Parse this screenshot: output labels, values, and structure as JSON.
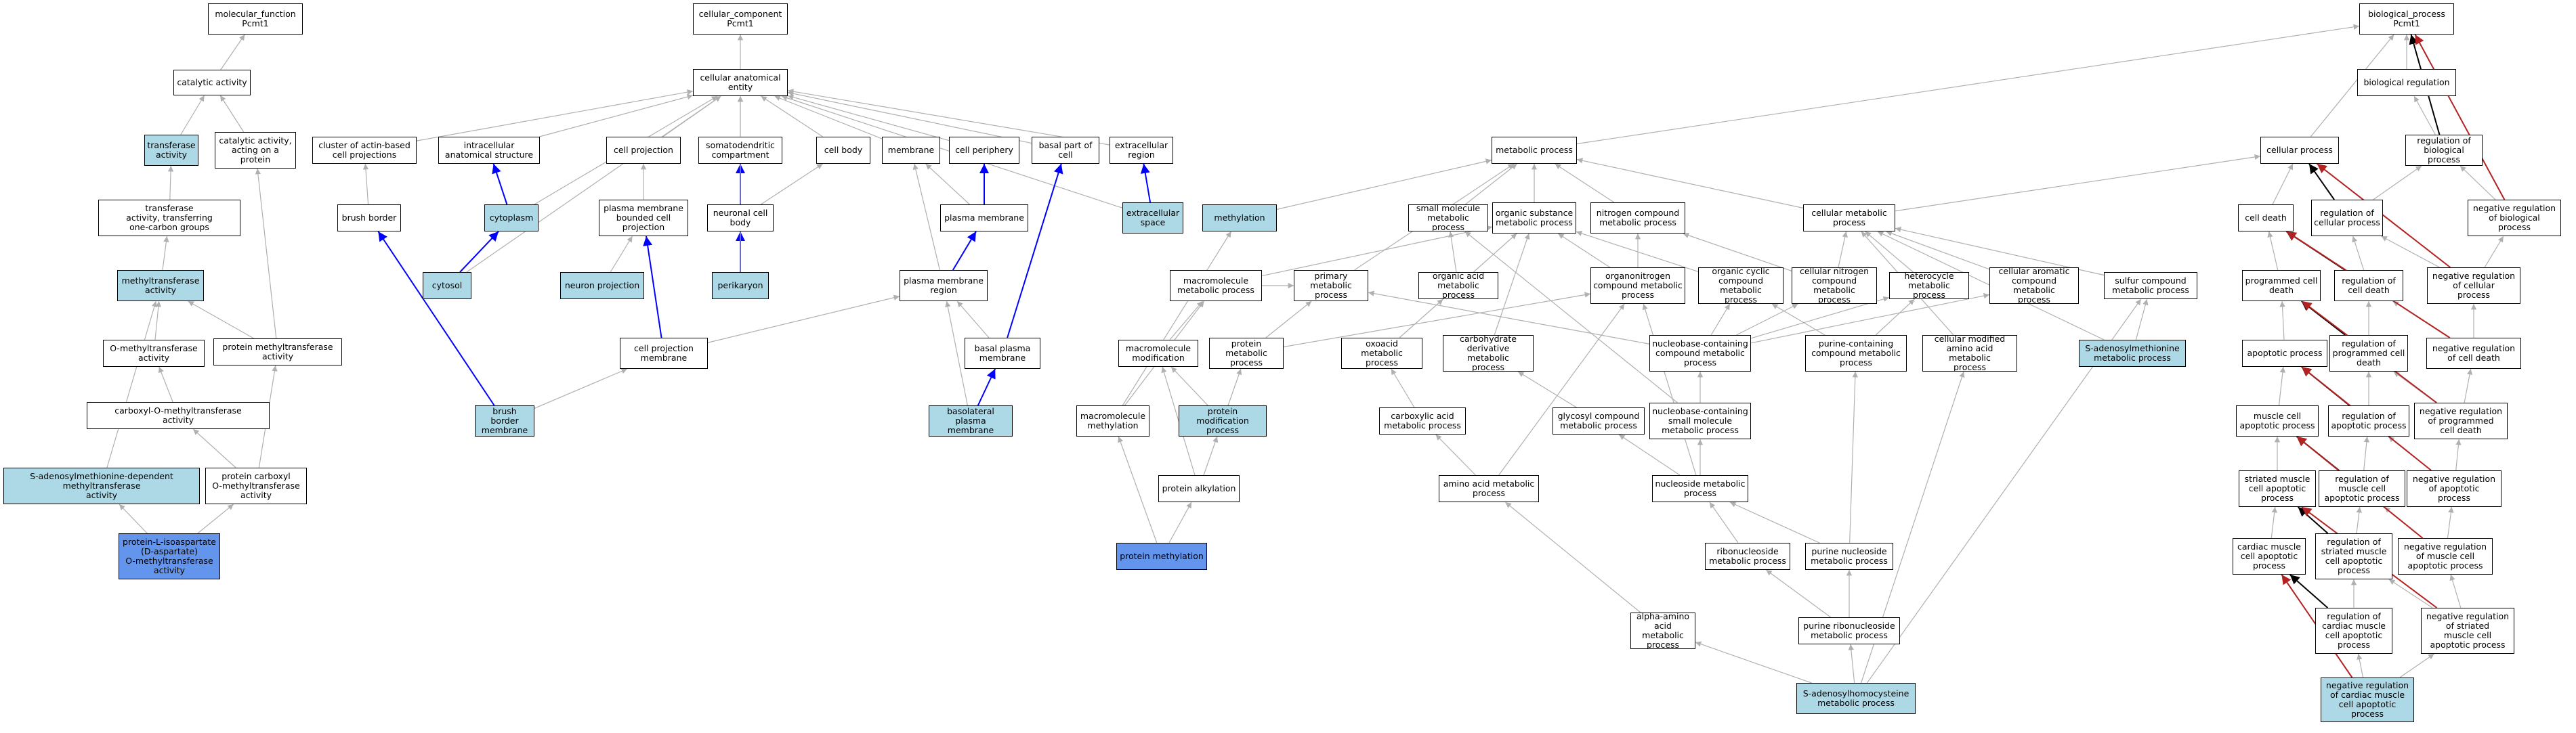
{
  "diagram": {
    "nodes": {
      "mf": "molecular_function\nPcmt1",
      "cc": "cellular_component\nPcmt1",
      "bp": "biological_process\nPcmt1",
      "catalytic": "catalytic activity",
      "transferase": "transferase\nactivity",
      "catalytic_protein": "catalytic activity,\nacting on a\nprotein",
      "one_carbon": "transferase\nactivity, transferring\none-carbon groups",
      "methyltransferase": "methyltransferase\nactivity",
      "o_methyl": "O-methyltransferase\nactivity",
      "protein_methyl": "protein methyltransferase\nactivity",
      "carboxyl_o": "carboxyl-O-methyltransferase\nactivity",
      "sam_dep": "S-adenosylmethionine-dependent\nmethyltransferase\nactivity",
      "protein_carboxyl": "protein carboxyl\nO-methyltransferase\nactivity",
      "pcmt_act": "protein-L-isoaspartate\n(D-aspartate)\nO-methyltransferase\nactivity",
      "cae": "cellular anatomical\nentity",
      "actin": "cluster of actin-based\ncell projections",
      "intracellular": "intracellular\nanatomical structure",
      "cell_projection": "cell projection",
      "somatodendritic": "somatodendritic\ncompartment",
      "cell_body": "cell body",
      "membrane": "membrane",
      "periphery": "cell periphery",
      "basal_part": "basal part of\ncell",
      "extracellular_region": "extracellular\nregion",
      "brush_border": "brush border",
      "cytoplasm": "cytoplasm",
      "pmbcp": "plasma membrane\nbounded cell\nprojection",
      "neuronal_body": "neuronal cell\nbody",
      "plasma_membrane": "plasma membrane",
      "extracellular_space": "extracellular\nspace",
      "cytosol": "cytosol",
      "neuron_projection": "neuron projection",
      "perikaryon": "perikaryon",
      "pm_region": "plasma membrane\nregion",
      "cp_membrane": "cell projection\nmembrane",
      "basal_pm": "basal plasma\nmembrane",
      "bb_membrane": "brush border\nmembrane",
      "basolateral": "basolateral\nplasma membrane",
      "metabolic": "metabolic process",
      "methylation": "methylation",
      "small_molecule": "small molecule\nmetabolic process",
      "organic_substance": "organic substance\nmetabolic process",
      "nitrogen_compound": "nitrogen compound\nmetabolic process",
      "cellular_metabolic": "cellular metabolic\nprocess",
      "primary_metabolic": "primary metabolic\nprocess",
      "macromolecule_metabolic": "macromolecule\nmetabolic process",
      "organic_acid": "organic acid\nmetabolic process",
      "organonitrogen": "organonitrogen\ncompound metabolic\nprocess",
      "organic_cyclic": "organic cyclic\ncompound metabolic\nprocess",
      "cellular_nitrogen": "cellular nitrogen\ncompound metabolic\nprocess",
      "heterocycle": "heterocycle\nmetabolic process",
      "cellular_aromatic": "cellular aromatic\ncompound metabolic\nprocess",
      "sulfur": "sulfur compound\nmetabolic process",
      "macromolecule_mod": "macromolecule\nmodification",
      "protein_metabolic": "protein metabolic\nprocess",
      "oxoacid": "oxoacid metabolic\nprocess",
      "carbohydrate_deriv": "carbohydrate\nderivative metabolic\nprocess",
      "nucleobase_compound": "nucleobase-containing\ncompound metabolic\nprocess",
      "purine_compound": "purine-containing\ncompound metabolic\nprocess",
      "cellular_modified_aa": "cellular modified\namino acid metabolic\nprocess",
      "sam_metabolic": "S-adenosylmethionine\nmetabolic process",
      "macromolecule_methylation": "macromolecule\nmethylation",
      "protein_modification": "protein modification\nprocess",
      "carboxylic": "carboxylic acid\nmetabolic process",
      "glycosyl": "glycosyl compound\nmetabolic process",
      "nucleobase_small": "nucleobase-containing\nsmall molecule\nmetabolic process",
      "protein_alkylation": "protein alkylation",
      "amino_acid": "amino acid metabolic\nprocess",
      "nucleoside": "nucleoside metabolic\nprocess",
      "protein_methylation": "protein methylation",
      "ribonucleoside": "ribonucleoside\nmetabolic process",
      "purine_nucleoside": "purine nucleoside\nmetabolic process",
      "alpha_amino": "alpha-amino\nacid metabolic\nprocess",
      "purine_ribonucleoside": "purine ribonucleoside\nmetabolic process",
      "sah": "S-adenosylhomocysteine\nmetabolic process",
      "bio_reg": "biological regulation",
      "cellular_process": "cellular process",
      "reg_bp": "regulation of\nbiological process",
      "cell_death": "cell death",
      "reg_cellular": "regulation of\ncellular process",
      "neg_reg_bp": "negative regulation\nof biological\nprocess",
      "pcd": "programmed cell\ndeath",
      "reg_cell_death": "regulation of\ncell death",
      "neg_reg_cellular": "negative regulation\nof cellular\nprocess",
      "apoptotic": "apoptotic process",
      "reg_pcd": "regulation of\nprogrammed cell\ndeath",
      "neg_reg_cell_death": "negative regulation\nof cell death",
      "muscle_apoptotic": "muscle cell\napoptotic process",
      "reg_apoptotic": "regulation of\napoptotic process",
      "neg_reg_pcd": "negative regulation\nof programmed\ncell death",
      "striated_apoptotic": "striated muscle\ncell apoptotic\nprocess",
      "reg_muscle_apoptotic": "regulation of\nmuscle cell\napoptotic process",
      "neg_reg_apoptotic": "negative regulation\nof apoptotic\nprocess",
      "cardiac_apoptotic": "cardiac muscle\ncell apoptotic\nprocess",
      "reg_striated_apoptotic": "regulation of\nstriated muscle\ncell apoptotic\nprocess",
      "neg_reg_muscle_apoptotic": "negative regulation\nof muscle cell\napoptotic process",
      "reg_cardiac_apoptotic": "regulation of\ncardiac muscle\ncell apoptotic\nprocess",
      "neg_reg_striated_apoptotic": "negative regulation\nof striated\nmuscle cell\napoptotic process",
      "neg_reg_cardiac_apoptotic": "negative regulation\nof cardiac muscle\ncell apoptotic\nprocess"
    },
    "highlighted": [
      "transferase",
      "methyltransferase",
      "sam_dep",
      "cytoplasm",
      "cytosol",
      "neuron_projection",
      "perikaryon",
      "extracellular_space",
      "bb_membrane",
      "basolateral",
      "methylation",
      "protein_modification",
      "sam_metabolic",
      "sah",
      "neg_reg_cardiac_apoptotic"
    ],
    "strong": [
      "pcmt_act",
      "protein_methylation"
    ],
    "colors": {
      "is_a": "#b0b0b0",
      "part_of": "#0000ff",
      "regulates": "#000000",
      "negatively_regulates": "#b22222",
      "highlight": "#add8e6",
      "strong": "#6495ed"
    },
    "edges": [
      [
        "catalytic",
        "mf",
        "is_a"
      ],
      [
        "transferase",
        "catalytic",
        "is_a"
      ],
      [
        "catalytic_protein",
        "catalytic",
        "is_a"
      ],
      [
        "one_carbon",
        "transferase",
        "is_a"
      ],
      [
        "methyltransferase",
        "one_carbon",
        "is_a"
      ],
      [
        "o_methyl",
        "methyltransferase",
        "is_a"
      ],
      [
        "protein_methyl",
        "methyltransferase",
        "is_a"
      ],
      [
        "protein_methyl",
        "catalytic_protein",
        "is_a"
      ],
      [
        "carboxyl_o",
        "o_methyl",
        "is_a"
      ],
      [
        "sam_dep",
        "methyltransferase",
        "is_a"
      ],
      [
        "protein_carboxyl",
        "carboxyl_o",
        "is_a"
      ],
      [
        "protein_carboxyl",
        "protein_methyl",
        "is_a"
      ],
      [
        "pcmt_act",
        "sam_dep",
        "is_a"
      ],
      [
        "pcmt_act",
        "protein_carboxyl",
        "is_a"
      ],
      [
        "cae",
        "cc",
        "is_a"
      ],
      [
        "actin",
        "cae",
        "is_a"
      ],
      [
        "intracellular",
        "cae",
        "is_a"
      ],
      [
        "cell_projection",
        "cae",
        "is_a"
      ],
      [
        "somatodendritic",
        "cae",
        "is_a"
      ],
      [
        "cell_body",
        "cae",
        "is_a"
      ],
      [
        "membrane",
        "cae",
        "is_a"
      ],
      [
        "periphery",
        "cae",
        "is_a"
      ],
      [
        "basal_part",
        "cae",
        "is_a"
      ],
      [
        "extracellular_region",
        "cae",
        "is_a"
      ],
      [
        "brush_border",
        "actin",
        "is_a"
      ],
      [
        "cytoplasm",
        "intracellular",
        "part_of"
      ],
      [
        "cytoplasm",
        "cae",
        "is_a"
      ],
      [
        "pmbcp",
        "cell_projection",
        "is_a"
      ],
      [
        "neuronal_body",
        "somatodendritic",
        "part_of"
      ],
      [
        "neuronal_body",
        "cell_body",
        "is_a"
      ],
      [
        "plasma_membrane",
        "membrane",
        "is_a"
      ],
      [
        "plasma_membrane",
        "periphery",
        "part_of"
      ],
      [
        "extracellular_space",
        "extracellular_region",
        "part_of"
      ],
      [
        "extracellular_space",
        "cae",
        "is_a"
      ],
      [
        "cytosol",
        "cytoplasm",
        "part_of"
      ],
      [
        "cytosol",
        "cae",
        "is_a"
      ],
      [
        "neuron_projection",
        "pmbcp",
        "is_a"
      ],
      [
        "perikaryon",
        "neuronal_body",
        "part_of"
      ],
      [
        "perikaryon",
        "cae",
        "is_a"
      ],
      [
        "pm_region",
        "plasma_membrane",
        "part_of"
      ],
      [
        "pm_region",
        "membrane",
        "is_a"
      ],
      [
        "cp_membrane",
        "pmbcp",
        "part_of"
      ],
      [
        "cp_membrane",
        "pm_region",
        "is_a"
      ],
      [
        "basal_pm",
        "pm_region",
        "is_a"
      ],
      [
        "basal_pm",
        "basal_part",
        "part_of"
      ],
      [
        "bb_membrane",
        "brush_border",
        "part_of"
      ],
      [
        "bb_membrane",
        "cp_membrane",
        "is_a"
      ],
      [
        "basolateral",
        "basal_pm",
        "part_of"
      ],
      [
        "basolateral",
        "pm_region",
        "is_a"
      ],
      [
        "metabolic",
        "bp",
        "is_a"
      ],
      [
        "methylation",
        "metabolic",
        "is_a"
      ],
      [
        "small_molecule",
        "metabolic",
        "is_a"
      ],
      [
        "organic_substance",
        "metabolic",
        "is_a"
      ],
      [
        "nitrogen_compound",
        "metabolic",
        "is_a"
      ],
      [
        "cellular_metabolic",
        "metabolic",
        "is_a"
      ],
      [
        "cellular_metabolic",
        "cellular_process",
        "is_a"
      ],
      [
        "primary_metabolic",
        "metabolic",
        "is_a"
      ],
      [
        "macromolecule_metabolic",
        "organic_substance",
        "is_a"
      ],
      [
        "macromolecule_metabolic",
        "primary_metabolic",
        "is_a"
      ],
      [
        "organic_acid",
        "small_molecule",
        "is_a"
      ],
      [
        "organic_acid",
        "organic_substance",
        "is_a"
      ],
      [
        "organonitrogen",
        "organic_substance",
        "is_a"
      ],
      [
        "organonitrogen",
        "nitrogen_compound",
        "is_a"
      ],
      [
        "organic_cyclic",
        "organic_substance",
        "is_a"
      ],
      [
        "cellular_nitrogen",
        "nitrogen_compound",
        "is_a"
      ],
      [
        "cellular_nitrogen",
        "cellular_metabolic",
        "is_a"
      ],
      [
        "heterocycle",
        "cellular_metabolic",
        "is_a"
      ],
      [
        "cellular_aromatic",
        "cellular_metabolic",
        "is_a"
      ],
      [
        "sulfur",
        "cellular_metabolic",
        "is_a"
      ],
      [
        "macromolecule_mod",
        "macromolecule_metabolic",
        "is_a"
      ],
      [
        "protein_metabolic",
        "primary_metabolic",
        "is_a"
      ],
      [
        "protein_metabolic",
        "organonitrogen",
        "is_a"
      ],
      [
        "oxoacid",
        "organic_acid",
        "is_a"
      ],
      [
        "carbohydrate_deriv",
        "organic_substance",
        "is_a"
      ],
      [
        "nucleobase_compound",
        "cellular_nitrogen",
        "is_a"
      ],
      [
        "nucleobase_compound",
        "organic_cyclic",
        "is_a"
      ],
      [
        "nucleobase_compound",
        "heterocycle",
        "is_a"
      ],
      [
        "nucleobase_compound",
        "cellular_aromatic",
        "is_a"
      ],
      [
        "nucleobase_compound",
        "primary_metabolic",
        "is_a"
      ],
      [
        "purine_compound",
        "organic_cyclic",
        "is_a"
      ],
      [
        "purine_compound",
        "heterocycle",
        "is_a"
      ],
      [
        "cellular_modified_aa",
        "cellular_metabolic",
        "is_a"
      ],
      [
        "sam_metabolic",
        "sulfur",
        "is_a"
      ],
      [
        "sam_metabolic",
        "cellular_metabolic",
        "is_a"
      ],
      [
        "macromolecule_methylation",
        "methylation",
        "is_a"
      ],
      [
        "macromolecule_methylation",
        "macromolecule_metabolic",
        "is_a"
      ],
      [
        "protein_modification",
        "macromolecule_mod",
        "is_a"
      ],
      [
        "protein_modification",
        "protein_metabolic",
        "is_a"
      ],
      [
        "carboxylic",
        "oxoacid",
        "is_a"
      ],
      [
        "glycosyl",
        "carbohydrate_deriv",
        "is_a"
      ],
      [
        "nucleobase_small",
        "nucleobase_compound",
        "is_a"
      ],
      [
        "nucleobase_small",
        "small_molecule",
        "is_a"
      ],
      [
        "protein_alkylation",
        "protein_modification",
        "is_a"
      ],
      [
        "protein_alkylation",
        "macromolecule_mod",
        "is_a"
      ],
      [
        "amino_acid",
        "carboxylic",
        "is_a"
      ],
      [
        "amino_acid",
        "organonitrogen",
        "is_a"
      ],
      [
        "nucleoside",
        "glycosyl",
        "is_a"
      ],
      [
        "nucleoside",
        "nucleobase_small",
        "is_a"
      ],
      [
        "nucleoside",
        "organonitrogen",
        "is_a"
      ],
      [
        "protein_methylation",
        "protein_alkylation",
        "is_a"
      ],
      [
        "protein_methylation",
        "macromolecule_methylation",
        "is_a"
      ],
      [
        "ribonucleoside",
        "nucleoside",
        "is_a"
      ],
      [
        "purine_nucleoside",
        "nucleoside",
        "is_a"
      ],
      [
        "purine_nucleoside",
        "purine_compound",
        "is_a"
      ],
      [
        "alpha_amino",
        "amino_acid",
        "is_a"
      ],
      [
        "purine_ribonucleoside",
        "ribonucleoside",
        "is_a"
      ],
      [
        "purine_ribonucleoside",
        "purine_nucleoside",
        "is_a"
      ],
      [
        "sah",
        "alpha_amino",
        "is_a"
      ],
      [
        "sah",
        "purine_ribonucleoside",
        "is_a"
      ],
      [
        "sah",
        "sulfur",
        "is_a"
      ],
      [
        "sah",
        "cellular_modified_aa",
        "is_a"
      ],
      [
        "bio_reg",
        "bp",
        "is_a"
      ],
      [
        "cellular_process",
        "bp",
        "is_a"
      ],
      [
        "reg_bp",
        "bio_reg",
        "is_a"
      ],
      [
        "reg_bp",
        "bp",
        "regulates"
      ],
      [
        "cell_death",
        "cellular_process",
        "is_a"
      ],
      [
        "reg_cellular",
        "reg_bp",
        "is_a"
      ],
      [
        "reg_cellular",
        "cellular_process",
        "regulates"
      ],
      [
        "neg_reg_bp",
        "reg_bp",
        "is_a"
      ],
      [
        "neg_reg_bp",
        "bp",
        "negatively_regulates"
      ],
      [
        "pcd",
        "cell_death",
        "is_a"
      ],
      [
        "reg_cell_death",
        "reg_cellular",
        "is_a"
      ],
      [
        "reg_cell_death",
        "cell_death",
        "regulates"
      ],
      [
        "neg_reg_cellular",
        "reg_cellular",
        "is_a"
      ],
      [
        "neg_reg_cellular",
        "neg_reg_bp",
        "is_a"
      ],
      [
        "neg_reg_cellular",
        "cellular_process",
        "negatively_regulates"
      ],
      [
        "apoptotic",
        "pcd",
        "is_a"
      ],
      [
        "reg_pcd",
        "reg_cell_death",
        "is_a"
      ],
      [
        "reg_pcd",
        "pcd",
        "regulates"
      ],
      [
        "neg_reg_cell_death",
        "reg_cell_death",
        "is_a"
      ],
      [
        "neg_reg_cell_death",
        "neg_reg_cellular",
        "is_a"
      ],
      [
        "neg_reg_cell_death",
        "cell_death",
        "negatively_regulates"
      ],
      [
        "muscle_apoptotic",
        "apoptotic",
        "is_a"
      ],
      [
        "reg_apoptotic",
        "reg_pcd",
        "is_a"
      ],
      [
        "reg_apoptotic",
        "apoptotic",
        "regulates"
      ],
      [
        "neg_reg_pcd",
        "reg_pcd",
        "is_a"
      ],
      [
        "neg_reg_pcd",
        "neg_reg_cell_death",
        "is_a"
      ],
      [
        "neg_reg_pcd",
        "pcd",
        "negatively_regulates"
      ],
      [
        "striated_apoptotic",
        "muscle_apoptotic",
        "is_a"
      ],
      [
        "reg_muscle_apoptotic",
        "reg_apoptotic",
        "is_a"
      ],
      [
        "reg_muscle_apoptotic",
        "muscle_apoptotic",
        "regulates"
      ],
      [
        "neg_reg_apoptotic",
        "reg_apoptotic",
        "is_a"
      ],
      [
        "neg_reg_apoptotic",
        "neg_reg_pcd",
        "is_a"
      ],
      [
        "neg_reg_apoptotic",
        "apoptotic",
        "negatively_regulates"
      ],
      [
        "cardiac_apoptotic",
        "striated_apoptotic",
        "is_a"
      ],
      [
        "reg_striated_apoptotic",
        "reg_muscle_apoptotic",
        "is_a"
      ],
      [
        "reg_striated_apoptotic",
        "striated_apoptotic",
        "regulates"
      ],
      [
        "neg_reg_muscle_apoptotic",
        "reg_muscle_apoptotic",
        "is_a"
      ],
      [
        "neg_reg_muscle_apoptotic",
        "neg_reg_apoptotic",
        "is_a"
      ],
      [
        "neg_reg_muscle_apoptotic",
        "muscle_apoptotic",
        "negatively_regulates"
      ],
      [
        "reg_cardiac_apoptotic",
        "reg_striated_apoptotic",
        "is_a"
      ],
      [
        "reg_cardiac_apoptotic",
        "cardiac_apoptotic",
        "regulates"
      ],
      [
        "neg_reg_striated_apoptotic",
        "reg_striated_apoptotic",
        "is_a"
      ],
      [
        "neg_reg_striated_apoptotic",
        "neg_reg_muscle_apoptotic",
        "is_a"
      ],
      [
        "neg_reg_striated_apoptotic",
        "striated_apoptotic",
        "negatively_regulates"
      ],
      [
        "neg_reg_cardiac_apoptotic",
        "reg_cardiac_apoptotic",
        "is_a"
      ],
      [
        "neg_reg_cardiac_apoptotic",
        "neg_reg_striated_apoptotic",
        "is_a"
      ],
      [
        "neg_reg_cardiac_apoptotic",
        "cardiac_apoptotic",
        "negatively_regulates"
      ]
    ]
  }
}
